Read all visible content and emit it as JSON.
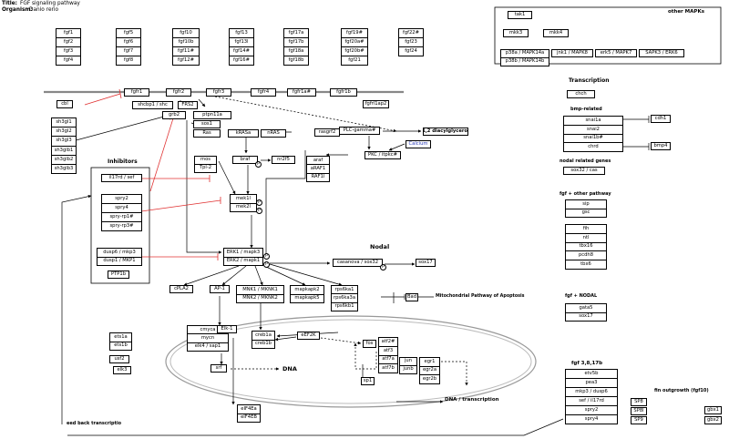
{
  "header": {
    "title_label": "Title:",
    "title_value": "FGF signaling pathway",
    "organism_label": "Organism:",
    "organism_value": "Danio rerio"
  },
  "fgf_columns": [
    [
      "fgf1",
      "fgf2",
      "fgf3",
      "fgf4"
    ],
    [
      "fgf5",
      "fgf6",
      "fgf7",
      "fgf8"
    ],
    [
      "fgf10",
      "fgf10b",
      "fgf11#",
      "fgf12#"
    ],
    [
      "fgf13",
      "fgf13l",
      "fgf14#",
      "fgf16#"
    ],
    [
      "fgf17a",
      "fgf17b",
      "fgf18a",
      "fgf18b"
    ],
    [
      "fgf19#",
      "fgf20a#",
      "fgf20b#",
      "fgf21"
    ],
    [
      "fgf22#",
      "fgf23",
      "fgf24"
    ]
  ],
  "receptors": [
    "fgfr1",
    "fgfr2",
    "fgfr3",
    "fgfr4",
    "fgfr1a#",
    "fgfr1b"
  ],
  "membrane_nodes": {
    "cbl": "cbl",
    "shcbp1_shc": "shcbp1 / shc",
    "frs2": "FRS2",
    "fgfrl1ap2": "fgfrl1ap2",
    "grb2": "grb2",
    "ptpn11a": "ptpn11a",
    "sos1": "sos1",
    "ras": "Ras",
    "kras": "kRASa",
    "nras": "nRAS",
    "rasgrf2": "rasgrf2",
    "plc": "PLC-gamma#",
    "dag": "1,2 diacylglycerol",
    "calcium": "Calcium",
    "pkc": "PKC / itpkc#"
  },
  "sh3gl": [
    "sh3gl1",
    "sh3gl2",
    "sh3gl3",
    "sh3glb1",
    "sh3glb2",
    "sh3glb3"
  ],
  "inhibitors": {
    "title": "Inhibitors",
    "il17rd": "il17rd / sef",
    "spry": [
      "spry2",
      "spry4",
      "spry-rp1#",
      "spry-rp3#"
    ],
    "dusp": [
      "dusp6 / mkp3",
      "dusp1 / MKP1"
    ],
    "ptp1b": "PTP1b"
  },
  "cascade": {
    "mos": "mos",
    "tpl2": "Tpl-2",
    "braf": "braf",
    "nr2f5": "nr2f5",
    "raf": [
      "araf",
      "aRAF1",
      "RAF1l"
    ],
    "mek": [
      "mek1l",
      "mek2l"
    ],
    "erk": [
      "ERK1 / mapk3",
      "ERK2 / mapk1"
    ],
    "p": "P"
  },
  "nodal": {
    "title": "Nodal",
    "casanova": "casanova / sox32",
    "sox17": "sox17"
  },
  "downstream": {
    "cpla2": "cPLA2",
    "ap1": "AP-1",
    "mnk": [
      "MNK1 / MKNK1",
      "MNK2 / MKNK2"
    ],
    "mapkapk": [
      "mapkapk2",
      "mapkapk5"
    ],
    "rps6": [
      "rps6ka1",
      "rps6ka3a",
      "rps6kb1"
    ],
    "bad": "Bad",
    "mito": "Mitochondrial Pathway of Apoptosis",
    "myc": [
      "cmyca",
      "mycn",
      "elk4 / sap1"
    ],
    "elk1": "Elk-1",
    "creb": [
      "creb1a",
      "creb1b"
    ],
    "eef2k": "eEF2K",
    "fos": "fos",
    "atf": [
      "atf2#",
      "atf3",
      "atf7a",
      "atf7b"
    ],
    "jun": [
      "jun",
      "junb"
    ],
    "egr": [
      "egr1",
      "egr2a",
      "egr2b"
    ],
    "srf": "srf",
    "dna": "DNA",
    "sp1": "sp1",
    "dna_tx": "DNA / transcription",
    "eif4e": [
      "eIF4Ea",
      "eIF4EB"
    ]
  },
  "left_misc": {
    "ets": [
      "ets1a",
      "ets1b"
    ],
    "usf2": "usf2",
    "elk3": "elk3",
    "feedback": "eed back transcriptio"
  },
  "other_mapks": {
    "title": "other MAPKs",
    "tak1": "tak1",
    "mkk3": "mkk3",
    "mkk4": "mkk4",
    "p38": [
      "p38a / MAPK14a",
      "p38b / MAPK14b"
    ],
    "jnk": "jnk1 / MAPK8",
    "erk5": "erk5 / MAPK7",
    "sapk3": "SAPK3 / ERK6"
  },
  "transcription": {
    "title": "Transcription",
    "chch": "chch",
    "bmp_title": "bmp-related",
    "snai": [
      "snai1a",
      "snai2",
      "snai1b#",
      "chrd"
    ],
    "cdh1": "cdh1",
    "bmp4": "bmp4",
    "nodal_title": "nodal related genes",
    "sox32_cas": "sox32 / cas",
    "fgf_other_title": "fgf + other pathway",
    "sip_gsc": [
      "sip",
      "gsc"
    ],
    "fgf_list": [
      "fih",
      "ntl",
      "tbx16",
      "pcdh8",
      "tbx6"
    ],
    "fgf_nodal_title": "fgf + NODAL",
    "gata_sox": [
      "gata5",
      "sox17"
    ]
  },
  "targets": {
    "title": "fgf 3,8,17b",
    "list": [
      "etv5b",
      "pea3",
      "mkp3 / dusp6",
      "sef / il17rd",
      "spry2",
      "spry4"
    ]
  },
  "fin": {
    "title": "fin outgrowth (fgf10)",
    "sp": [
      "SP8",
      "SP8l",
      "SP9"
    ],
    "gbx": [
      "gbx1",
      "gbx2"
    ]
  }
}
